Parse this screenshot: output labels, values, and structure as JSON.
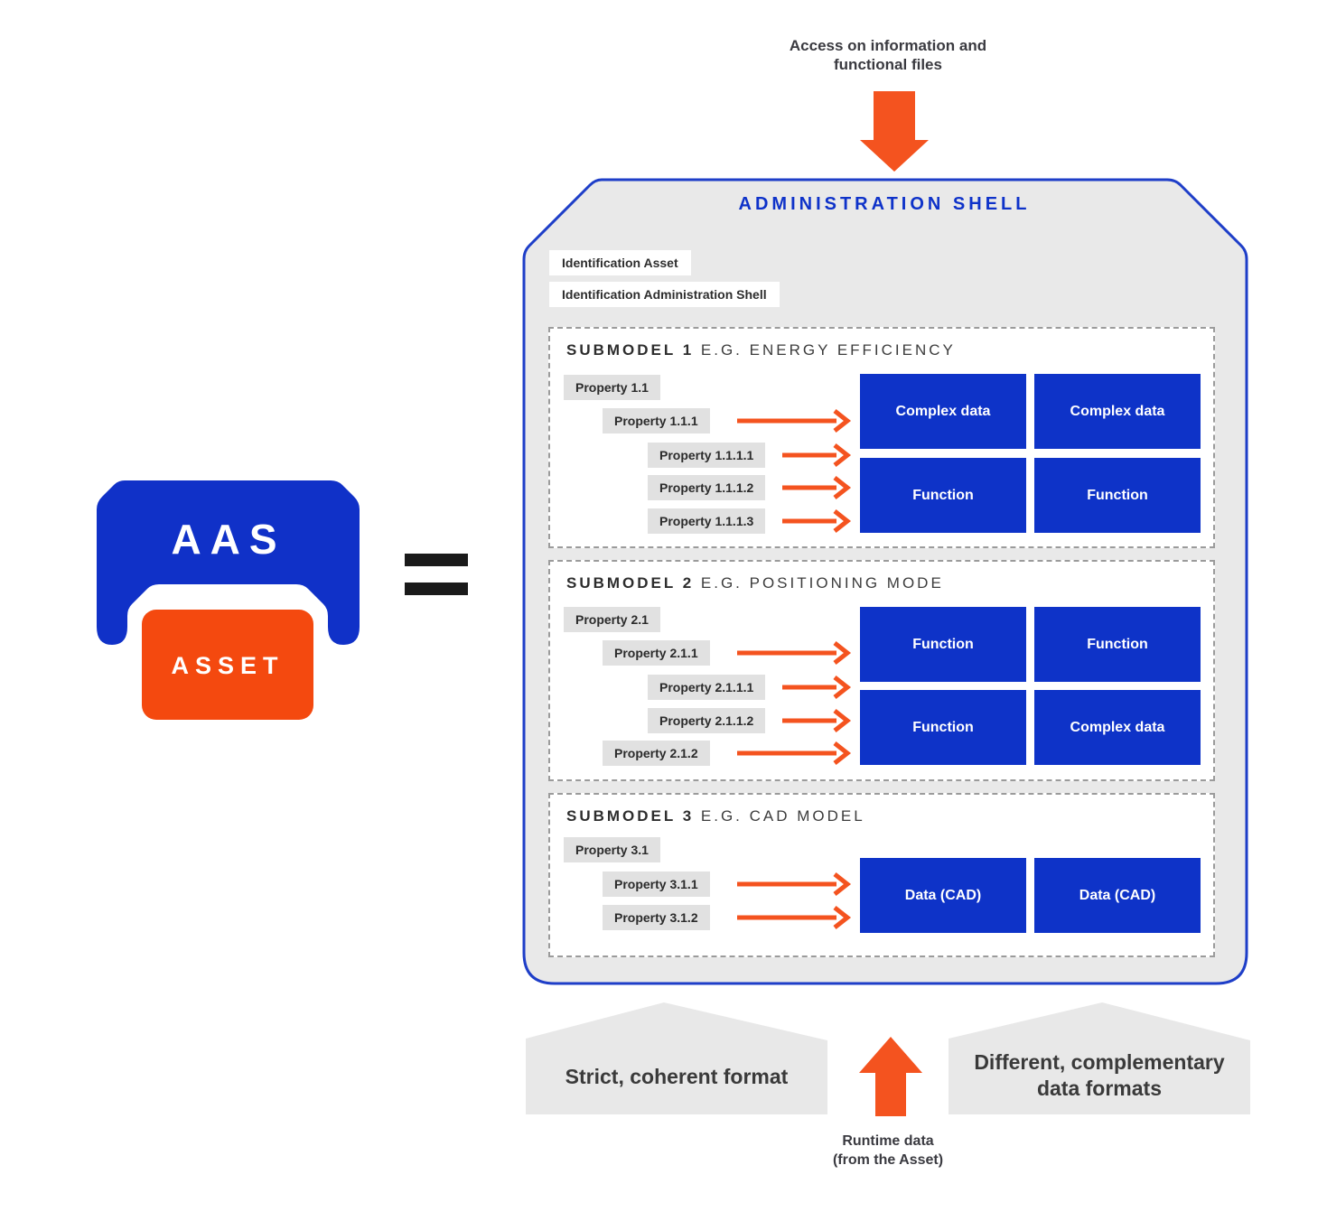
{
  "colors": {
    "blue": "#0e33c8",
    "orange": "#f4531f",
    "shell_background": "#e9e9e9",
    "property_background": "#e1e1e1",
    "house_background": "#e8e8e8",
    "dark_text": "#3a3a40",
    "dashed_border": "#9b9b9b"
  },
  "top": {
    "caption_line1": "Access on information and",
    "caption_line2": "functional files"
  },
  "logo": {
    "aas": "AAS",
    "asset": "ASSET"
  },
  "shell": {
    "title": "ADMINISTRATION SHELL",
    "id_labels": [
      {
        "label": "Identification Asset"
      },
      {
        "label": "Identification Administration Shell"
      }
    ],
    "submodels": [
      {
        "title_bold": "SUBMODEL 1",
        "title_rest": " E.G. ENERGY EFFICIENCY",
        "properties": [
          {
            "label": "Property 1.1"
          },
          {
            "label": "Property 1.1.1"
          },
          {
            "label": "Property 1.1.1.1"
          },
          {
            "label": "Property 1.1.1.2"
          },
          {
            "label": "Property 1.1.1.3"
          }
        ],
        "boxes": [
          "Complex data",
          "Complex data",
          "Function",
          "Function"
        ]
      },
      {
        "title_bold": "SUBMODEL 2",
        "title_rest": " E.G. POSITIONING MODE",
        "properties": [
          {
            "label": "Property 2.1"
          },
          {
            "label": "Property 2.1.1"
          },
          {
            "label": "Property 2.1.1.1"
          },
          {
            "label": "Property 2.1.1.2"
          },
          {
            "label": "Property 2.1.2"
          }
        ],
        "boxes": [
          "Function",
          "Function",
          "Function",
          "Complex data"
        ]
      },
      {
        "title_bold": "SUBMODEL 3",
        "title_rest": " E.G. CAD MODEL",
        "properties": [
          {
            "label": "Property 3.1"
          },
          {
            "label": "Property 3.1.1"
          },
          {
            "label": "Property 3.1.2"
          }
        ],
        "boxes": [
          "Data (CAD)",
          "Data (CAD)"
        ]
      }
    ]
  },
  "bottom": {
    "left_house_label": "Strict, coherent format",
    "right_house_line1": "Different, complementary",
    "right_house_line2": "data formats",
    "runtime_line1": "Runtime data",
    "runtime_line2": "(from the Asset)"
  }
}
